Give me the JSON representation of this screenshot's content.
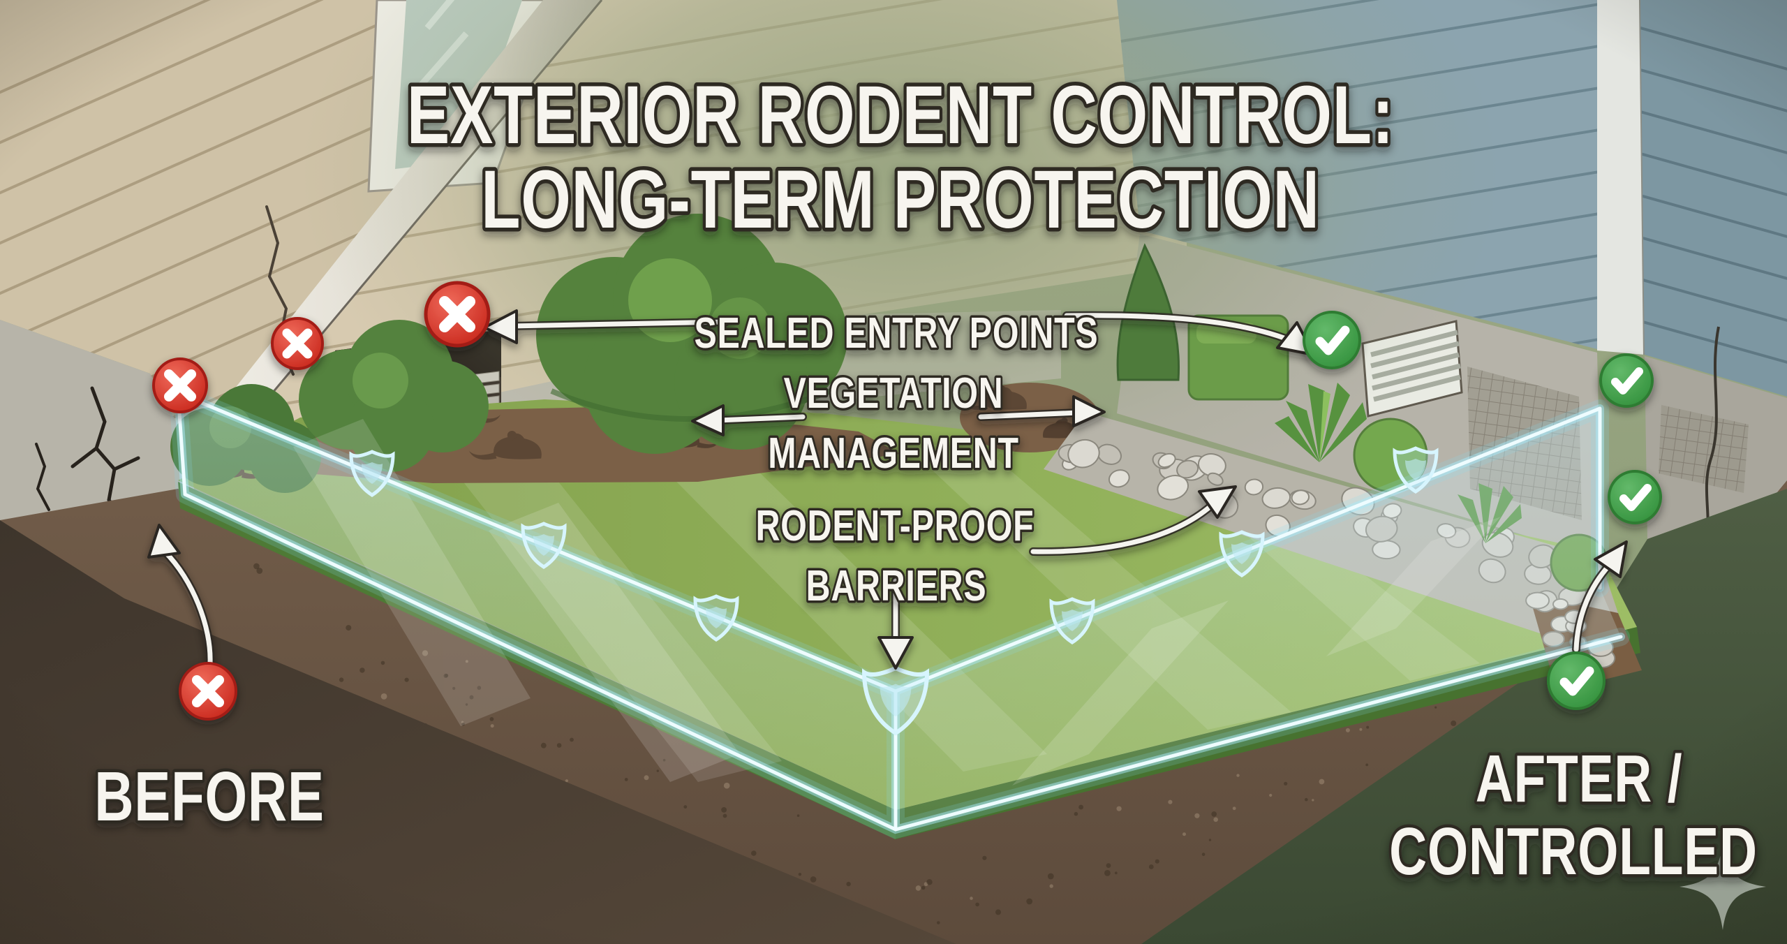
{
  "title": {
    "line1": "EXTERIOR RODENT CONTROL:",
    "line2": "LONG-TERM PROTECTION"
  },
  "callouts": {
    "sealed_entry_points": "SEALED ENTRY POINTS",
    "vegetation_line1": "VEGETATION",
    "vegetation_line2": "MANAGEMENT",
    "barriers_line1": "RODENT-PROOF",
    "barriers_line2": "BARRIERS"
  },
  "comparison": {
    "before_label": "BEFORE",
    "after_label_line1": "AFTER /",
    "after_label_line2": "CONTROLLED"
  },
  "markers": {
    "fail_icon": "x-circle",
    "pass_icon": "check-circle",
    "shield_icon": "shield",
    "fail_count": 4,
    "pass_count": 4,
    "shield_count": 7
  },
  "colors": {
    "fail_red": "#d7342a",
    "pass_green": "#3fa24a",
    "barrier_cyan": "#bfeefb",
    "after_text_green": "#dce9b5",
    "label_white": "#f7f5ef",
    "outline_dark": "#2e2a24"
  }
}
